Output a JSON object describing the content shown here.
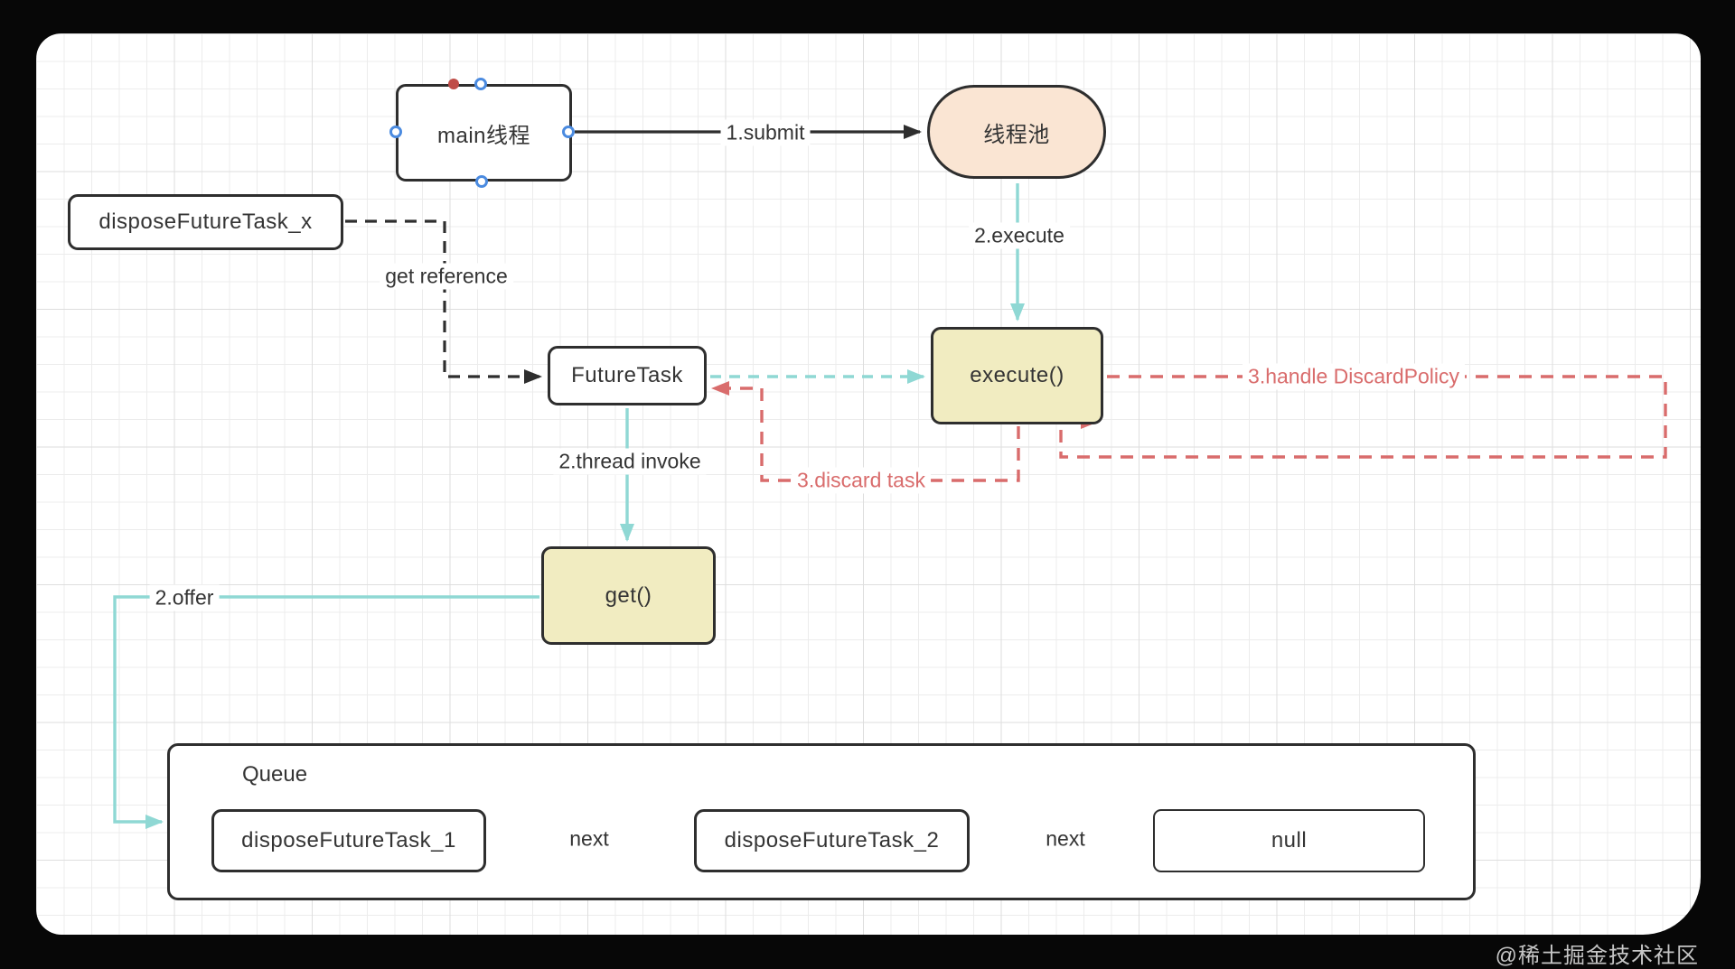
{
  "diagram": {
    "nodes": {
      "main_thread": {
        "label": "main线程"
      },
      "thread_pool": {
        "label": "线程池"
      },
      "dispose_x": {
        "label": "disposeFutureTask_x"
      },
      "future_task": {
        "label": "FutureTask"
      },
      "execute_fn": {
        "label": "execute()"
      },
      "get_fn": {
        "label": "get()"
      },
      "queue": {
        "label": "Queue",
        "items": [
          {
            "label": "disposeFutureTask_1"
          },
          {
            "label": "disposeFutureTask_2"
          },
          {
            "label": "null"
          }
        ]
      }
    },
    "edges": {
      "submit": {
        "label": "1.submit"
      },
      "execute_step": {
        "label": "2.execute"
      },
      "get_reference": {
        "label": "get reference"
      },
      "thread_invoke": {
        "label": "2.thread invoke"
      },
      "offer": {
        "label": "2.offer"
      },
      "discard_task": {
        "label": "3.discard task"
      },
      "handle_policy": {
        "label": "3.handle DiscardPolicy"
      },
      "next1": {
        "label": "next"
      },
      "next2": {
        "label": "next"
      }
    },
    "colors": {
      "ink": "#2e2e2e",
      "node_peach": "#fae5d3",
      "node_khaki": "#f1ecc1",
      "edge_teal": "#8fd8d4",
      "edge_red": "#d96c6c",
      "handle_blue": "#4b8be0",
      "endpoint_red": "#bf4d48",
      "grid_line": "#ececec"
    }
  },
  "watermark": "@稀土掘金技术社区"
}
